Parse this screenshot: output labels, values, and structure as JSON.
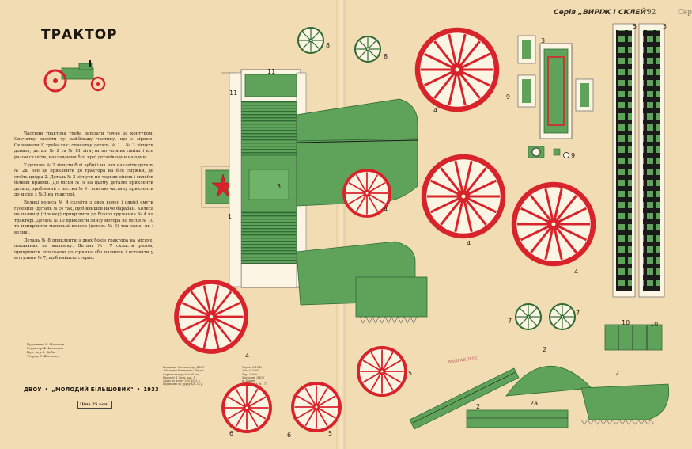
{
  "title": "ТРАКТОР",
  "series": {
    "label": "Серія „ВИРІЖ І СКЛЕЙ\"",
    "number": "92",
    "cut_label": "Сер"
  },
  "instructions": [
    "Частини трактора треба вирізати точно за контуром. Спочатку склеїти ту найбільшу частину, що з зіркою. Склеювати її треба так: спочатку деталь № 1 і № 3 зігнути донизу, деталі № 2 та № 11 зігнути по чорних лініях і все разом склеїти, накладаючи білі краї деталів один на один.",
    "У деталю № 2 зігнути білі зубці і на них наклеїти деталь № 2а. Все це прикленти до трактора на білі смужки, де стоїть цифра 2. Деталь № 3 зігнути по чорних лініях і склеїти білими краями. До місця № 9 на цьому деталю прикленти деталь, зроблений з частин № 9 і всю цю частину прикленти до місця з № 3 на тракторі.",
    "Великі колеса № 4 склеїти з двох колес і однієї смуги гусениці (деталь № 5) так, щоб вийшов наче барабан. Колеса на паличці (сірнику) прикріпити до білого кружечка № 4 на тракторі. Деталь № 10 приклеїти знизу мотора на місце № 10 та прикріпити маленькі колеса (деталь № 6) так само, як і великі.",
    "Деталь № 8 прикленти з двох боків трактора на місцях, показаних на малюнку. Деталь № 7 скласти разом, прикріпити шпилькою до сірника або палички і вставити у віттулини № 7, щоб вийшло стерно."
  ],
  "credits": [
    "Художник С. Моролєв",
    "Редактор Ф. Іменеков",
    "Кур. ред. І. Деба",
    "Техред С. Шолонед"
  ],
  "publisher": {
    "name1": "ДВОУ",
    "name2": "„МОЛОДИЙ БІЛЬШОВИК\"",
    "year": "1933",
    "price": "Ціна 25 коп."
  },
  "imprint": [
    "Видавець: Загальноукр. ДВОУ",
    "«Молодий більшовик» Тираж",
    "Формат паперу 62×94 Зак.",
    "Папер № 1 Друк. арк. 1",
    "Здано до друку 20/I 1933 р.",
    "Підписано до друку 4/II 33 р."
  ],
  "imprint2": [
    "Укрліт № 1540",
    "Зам. № 1000",
    "Тир. 25000",
    "Друкарня ДВОУ",
    "м. Харків",
    "Чертов вид. № 175"
  ],
  "stamp": "ВИПРАВЛЕНО",
  "part_numbers": [
    "1",
    "2",
    "2",
    "2",
    "2a",
    "3",
    "3",
    "4",
    "4",
    "4",
    "4",
    "4",
    "5",
    "5",
    "5",
    "5",
    "6",
    "6",
    "7",
    "7",
    "8",
    "8",
    "9",
    "9",
    "10",
    "10",
    "11",
    "11"
  ],
  "colors": {
    "paper": "#f2dcb4",
    "green": "#5fa35a",
    "green_dark": "#2f6b33",
    "red": "#d9232a",
    "black": "#1a1a1a"
  }
}
